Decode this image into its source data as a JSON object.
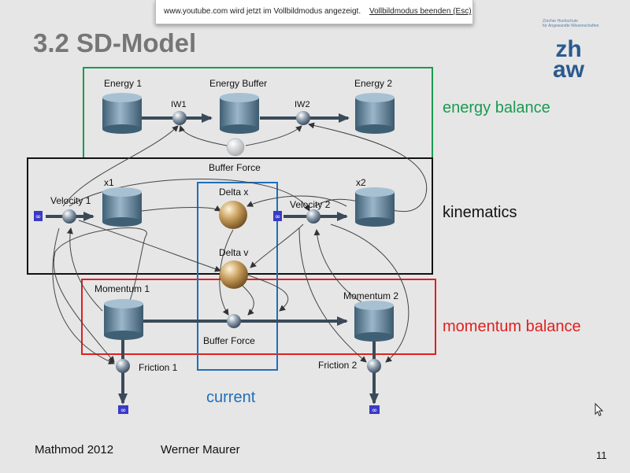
{
  "notice": {
    "message": "www.youtube.com wird jetzt im Vollbildmodus angezeigt.",
    "exit_link": "Vollbildmodus beenden (Esc)"
  },
  "slide": {
    "title": "3.2 SD-Model",
    "logo": {
      "line1": "Zürcher Hochschule",
      "line2": "für Angewandte Wissenschaften",
      "mark_top": "zh",
      "mark_bottom": "aw"
    },
    "footer": {
      "left": "Mathmod 2012",
      "author": "Werner Maurer",
      "page": "11"
    }
  },
  "diagram": {
    "boxes": {
      "energy": "energy balance",
      "kinematics": "kinematics",
      "momentum": "momentum balance",
      "current": "current"
    },
    "stocks": {
      "energy1": "Energy 1",
      "energy_buffer": "Energy Buffer",
      "energy2": "Energy 2",
      "x1": "x1",
      "x2": "x2",
      "momentum1": "Momentum 1",
      "momentum2": "Momentum 2"
    },
    "flows": {
      "iw1": "IW1",
      "iw2": "IW2",
      "velocity1": "Velocity 1",
      "velocity2": "Velocity 2",
      "buffer_force_momentum": "Buffer Force",
      "friction1": "Friction 1",
      "friction2": "Friction 2"
    },
    "converters": {
      "buffer_force_energy": "Buffer Force",
      "delta_x": "Delta x",
      "delta_v": "Delta v"
    },
    "clouds": {
      "symbol": "∞"
    },
    "colors": {
      "energy_box": "#1a9a50",
      "kinematics_box": "#111111",
      "momentum_box": "#e02020",
      "current_box": "#1f6fb8",
      "stock": "#6b8fa8",
      "logo": "#2a5a8f"
    }
  }
}
